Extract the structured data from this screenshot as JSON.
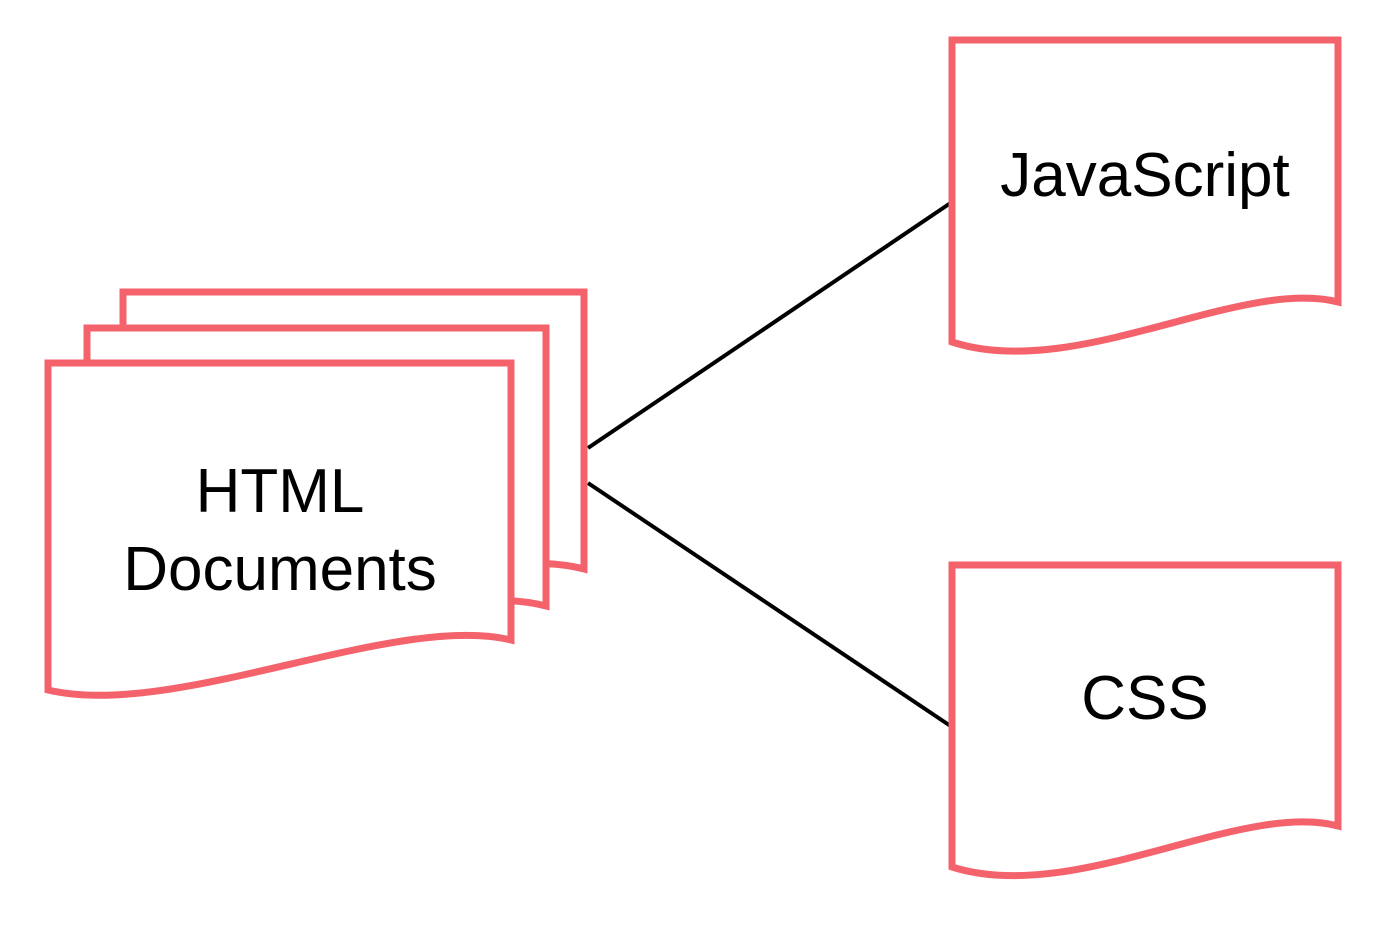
{
  "diagram": {
    "title": "HTML Documents linking to JavaScript and CSS",
    "background_color": "#FFFFFF",
    "node_stroke_color": "#F4626B",
    "node_fill_color": "#FFFFFF",
    "connector_color": "#000000",
    "text_color": "#000000",
    "nodes": [
      {
        "id": "html-documents",
        "shape": "stacked-documents",
        "page_count": 3,
        "label": "HTML Documents",
        "lines": [
          "HTML",
          "Documents"
        ]
      },
      {
        "id": "javascript",
        "shape": "document",
        "label": "JavaScript",
        "lines": [
          "JavaScript"
        ]
      },
      {
        "id": "css",
        "shape": "document",
        "label": "CSS",
        "lines": [
          "CSS"
        ]
      }
    ],
    "edges": [
      {
        "from": "html-documents",
        "to": "javascript"
      },
      {
        "from": "html-documents",
        "to": "css"
      }
    ]
  }
}
